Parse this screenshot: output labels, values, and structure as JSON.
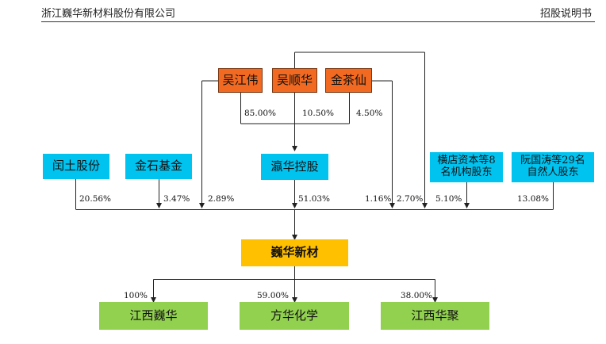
{
  "header": {
    "company": "浙江巍华新材料股份有限公司",
    "doc_title": "招股说明书"
  },
  "nodes": {
    "wu_jiangwei": "吴江伟",
    "wu_shunhua": "吴顺华",
    "jin_chaxian": "金茶仙",
    "yingwei_holding": "瀛华控股",
    "wentu": "闰土股份",
    "jinshi": "金石基金",
    "hengdian": "横店资本等8名机构股东",
    "ruan": "阮国涛等29名自然人股东",
    "weihua": "巍华新材",
    "jx_weihua": "江西巍华",
    "fanghua": "方华化学",
    "jx_huaju": "江西华聚"
  },
  "percentages": {
    "wu_jiangwei_to_yingwei": "85.00%",
    "wu_shunhua_to_yingwei": "10.50%",
    "jin_chaxian_to_yingwei": "4.50%",
    "wentu": "20.56%",
    "jinshi": "3.47%",
    "wu_jiangwei_direct": "2.89%",
    "yingwei": "51.03%",
    "wu_shunhua_direct": "1.16%",
    "jin_chaxian_direct": "2.70%",
    "hengdian": "5.10%",
    "ruan": "13.08%",
    "jx_weihua": "100%",
    "fanghua": "59.00%",
    "jx_huaju": "38.00%"
  }
}
